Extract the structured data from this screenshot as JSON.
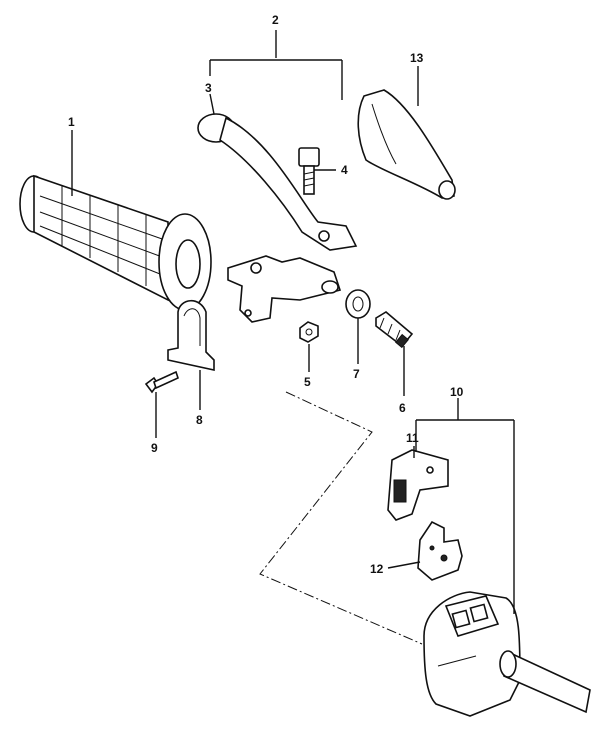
{
  "callouts": {
    "c1": "1",
    "c2": "2",
    "c3": "3",
    "c4": "4",
    "c5": "5",
    "c6": "6",
    "c7": "7",
    "c8": "8",
    "c9": "9",
    "c10": "10",
    "c11": "11",
    "c12": "12",
    "c13": "13"
  },
  "style": {
    "ink": "#111111",
    "paper": "#ffffff"
  }
}
